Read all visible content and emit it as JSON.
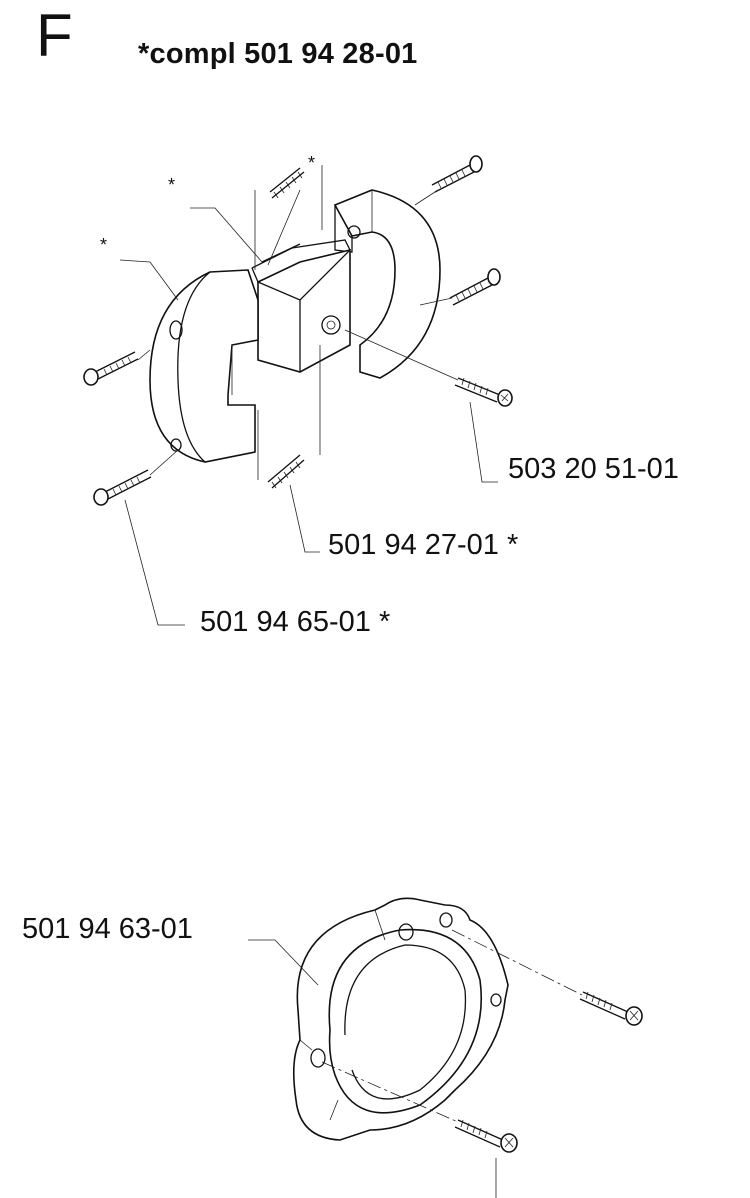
{
  "header": {
    "section_letter": "F",
    "kit_title": "*compl 501 94 28-01"
  },
  "assembly_upper": {
    "markers": [
      "*",
      "*",
      "*"
    ],
    "labels": [
      {
        "id": "screw-bottom-right",
        "text": "503 20 51-01"
      },
      {
        "id": "spring",
        "text": "501 94 27-01 *"
      },
      {
        "id": "screw-left",
        "text": "501 94 65-01 *"
      }
    ]
  },
  "assembly_lower": {
    "labels": [
      {
        "id": "housing",
        "text": "501 94 63-01"
      }
    ]
  }
}
